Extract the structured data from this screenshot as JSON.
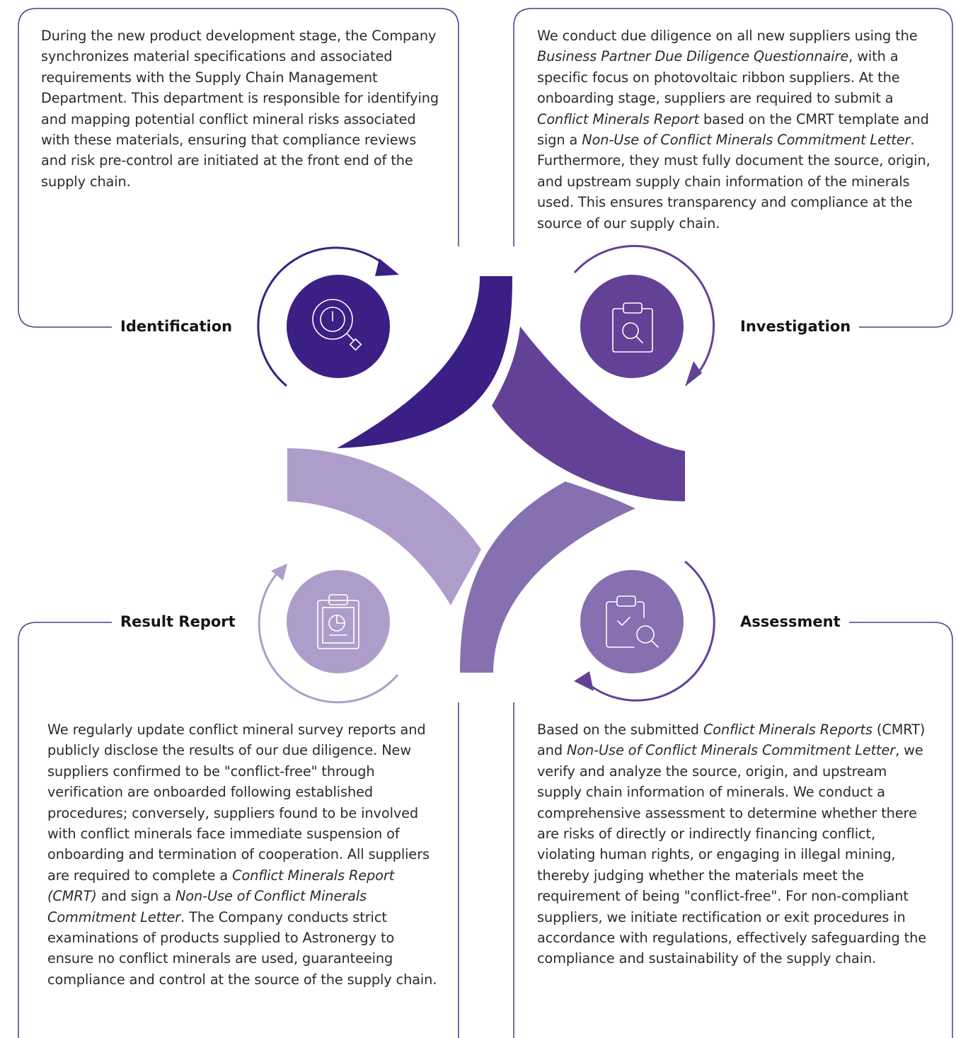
{
  "colors": {
    "border": "#4e3a8c",
    "dark_purple": "#3b1f84",
    "mid_purple": "#634197",
    "purple": "#8670b0",
    "light_purple": "#ae9dcb"
  },
  "stages": [
    {
      "label": "Identification",
      "icon": "magnifier-target-icon",
      "text_parts": [
        "During the new product development stage, the Company synchronizes material specifications and associated requirements with the Supply Chain Management Department. This department is responsible for identifying and mapping potential conflict mineral risks associated with these materials, ensuring that compliance reviews and risk pre-control are initiated at the front end of the supply chain."
      ]
    },
    {
      "label": "Investigation",
      "icon": "clipboard-search-icon",
      "text_parts": [
        "We conduct due diligence on all new suppliers using the ",
        "Business Partner Due Diligence Questionnaire",
        ", with a specific focus on photovoltaic ribbon suppliers. At the onboarding stage, suppliers are required to submit a ",
        "Conflict Minerals Report",
        " based on the CMRT template and sign a ",
        "Non-Use of Conflict Minerals Commitment Letter",
        ". Furthermore, they must fully document the source, origin, and upstream supply chain information of the minerals used. This ensures transparency and compliance at the source of our supply chain."
      ]
    },
    {
      "label": "Assessment",
      "icon": "clipboard-check-search-icon",
      "text_parts": [
        "Based on the submitted ",
        "Conflict Minerals Reports",
        " (CMRT) and ",
        "Non-Use of Conflict Minerals Commitment Letter",
        ", we verify and analyze the source, origin, and upstream supply chain information of minerals. We conduct a comprehensive assessment to determine whether there are risks of directly or indirectly financing conflict, violating human rights, or engaging in illegal mining, thereby judging whether the materials meet the requirement of being \"conflict-free\". For non-compliant suppliers, we initiate rectification or exit procedures in accordance with regulations, effectively safeguarding the compliance and sustainability of the supply chain."
      ]
    },
    {
      "label": "Result Report",
      "icon": "report-chart-icon",
      "text_parts": [
        "We regularly update conflict mineral survey reports and publicly disclose the results of our due diligence. New suppliers confirmed to be \"conflict-free\" through verification are onboarded following established procedures; conversely, suppliers found to be involved with conflict minerals face immediate suspension of onboarding and termination of cooperation. All suppliers are required to complete a ",
        "Conflict Minerals Report (CMRT)",
        " and sign a ",
        "Non-Use of Conflict Minerals Commitment Letter",
        ". The Company conducts strict examinations of products supplied to Astronergy to ensure no conflict minerals are used, guaranteeing compliance and control at the source of the supply chain."
      ]
    }
  ]
}
